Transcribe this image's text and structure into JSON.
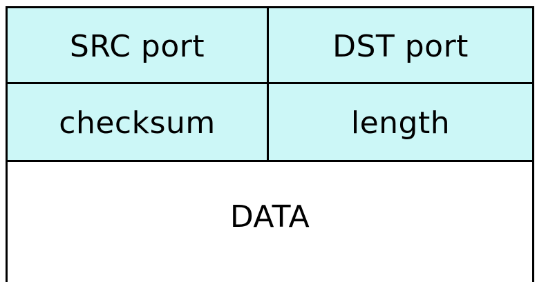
{
  "header": {
    "src_port": "SRC port",
    "dst_port": "DST port",
    "checksum": "checksum",
    "length": "length"
  },
  "payload": {
    "label": "DATA"
  },
  "colors": {
    "header_fill": "#ccf7f7",
    "payload_fill": "#ffffff",
    "border": "#000000"
  }
}
